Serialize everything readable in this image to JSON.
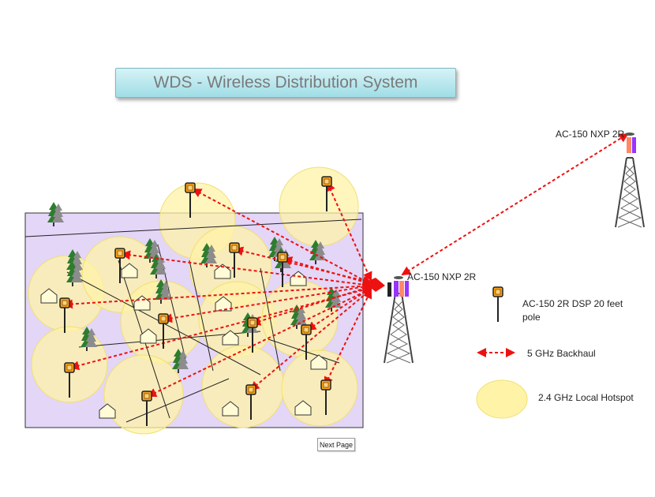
{
  "title": "WDS - Wireless Distribution System",
  "towers": {
    "remote_label": "AC-150 NXP 2R",
    "main_label": "AC-150 NXP 2R"
  },
  "legend": {
    "pole_label_line1": "AC-150 2R DSP 20 feet",
    "pole_label_line2": "pole",
    "backhaul_label": "5 GHz Backhaul",
    "hotspot_label": "2.4 GHz Local Hotspot"
  },
  "next_page_label": "Next Page",
  "colors": {
    "area_fill": "#e3d6f7",
    "hotspot_fill": "#fff3a8",
    "backhaul": "#ee1111",
    "pole_head": "#f6a21a"
  }
}
